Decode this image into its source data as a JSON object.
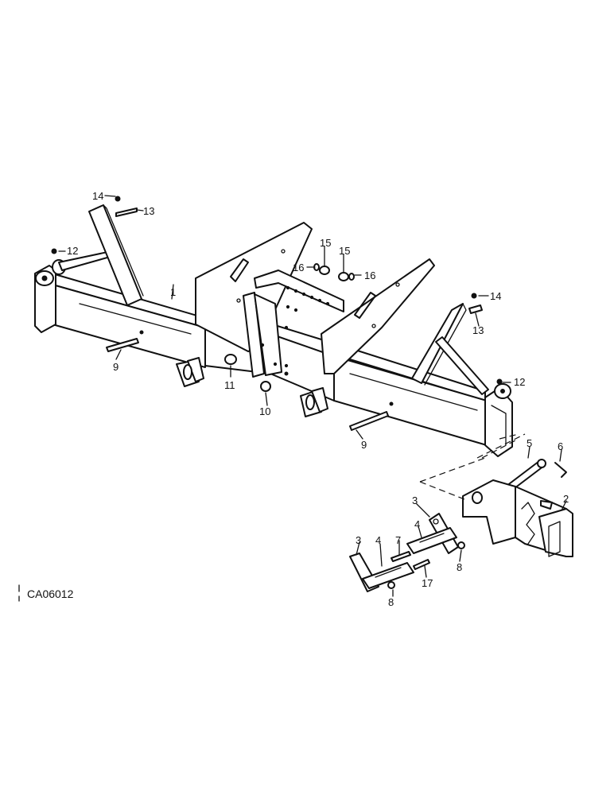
{
  "diagram_code": "CA06012",
  "callouts": [
    "1",
    "2",
    "3",
    "3",
    "4",
    "4",
    "5",
    "6",
    "7",
    "8",
    "8",
    "9",
    "9",
    "10",
    "11",
    "12",
    "12",
    "13",
    "13",
    "14",
    "14",
    "15",
    "15",
    "16",
    "16",
    "17"
  ]
}
